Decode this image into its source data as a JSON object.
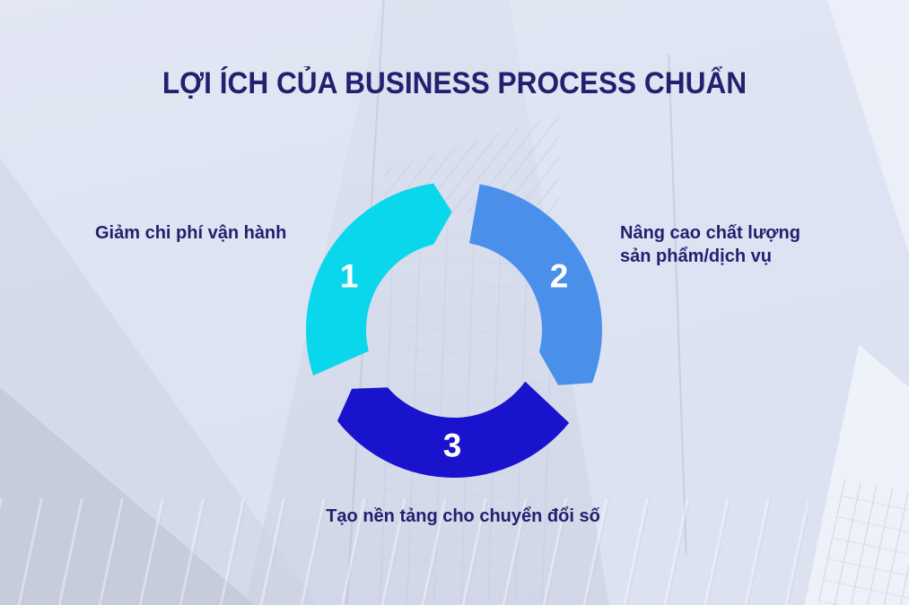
{
  "title": "LỢI ÍCH CỦA BUSINESS PROCESS CHUẨN",
  "diagram": {
    "type": "segmented-cycle",
    "segments": [
      {
        "number": "1",
        "label": "Giảm chi phí vận hành",
        "label_lines": [
          "Giảm chi phí vận hành"
        ],
        "color": "#0bd7ec"
      },
      {
        "number": "2",
        "label": "Nâng cao chất lượng sản phẩm/dịch vụ",
        "label_lines": [
          "Nâng cao chất lượng",
          "sản phẩm/dịch vụ"
        ],
        "color": "#4a90ea"
      },
      {
        "number": "3",
        "label": "Tạo nền tảng cho chuyển đổi số",
        "label_lines": [
          "Tạo nền tảng cho chuyển đổi số"
        ],
        "color": "#1a13ce"
      }
    ]
  },
  "colors": {
    "background": "#dde3f2",
    "text_navy": "#23206f",
    "number_text": "#ffffff",
    "segment_1_cyan": "#0bd7ec",
    "segment_2_blue": "#4a90ea",
    "segment_3_dark_blue": "#1a13ce"
  }
}
